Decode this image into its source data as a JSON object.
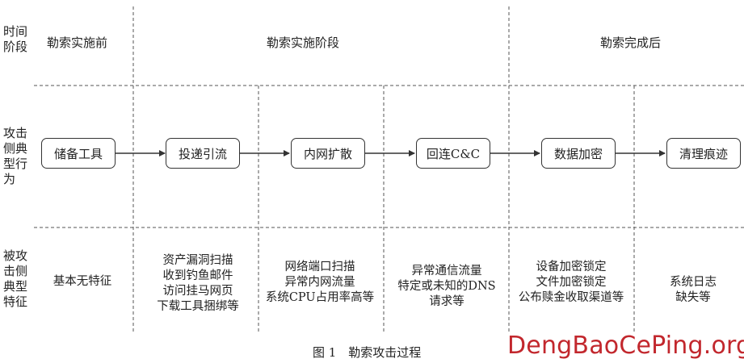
{
  "row_labels": {
    "time_phase": "时间\n阶段",
    "attack_behavior": "攻击\n侧典\n型行\n为",
    "victim_features": "被攻\n击侧\n典型\n特征"
  },
  "phases": [
    {
      "label": "勒索实施前"
    },
    {
      "label": "勒索实施阶段"
    },
    {
      "label": "勒索完成后"
    }
  ],
  "steps": [
    {
      "label": "储备工具",
      "feature": "基本无特征"
    },
    {
      "label": "投递引流",
      "feature": "资产漏洞扫描\n收到钓鱼邮件\n访问挂马网页\n下载工具捆绑等"
    },
    {
      "label": "内网扩散",
      "feature": "网络端口扫描\n异常内网流量\n系统CPU占用率高等"
    },
    {
      "label": "回连C&C",
      "feature": "异常通信流量\n特定或未知的DNS\n请求等"
    },
    {
      "label": "数据加密",
      "feature": "设备加密锁定\n文件加密锁定\n公布赎金收取渠道等"
    },
    {
      "label": "清理痕迹",
      "feature": "系统日志缺失等"
    }
  ],
  "caption": "图 1　勒索攻击过程",
  "watermark": "DengBaoCePing.org"
}
